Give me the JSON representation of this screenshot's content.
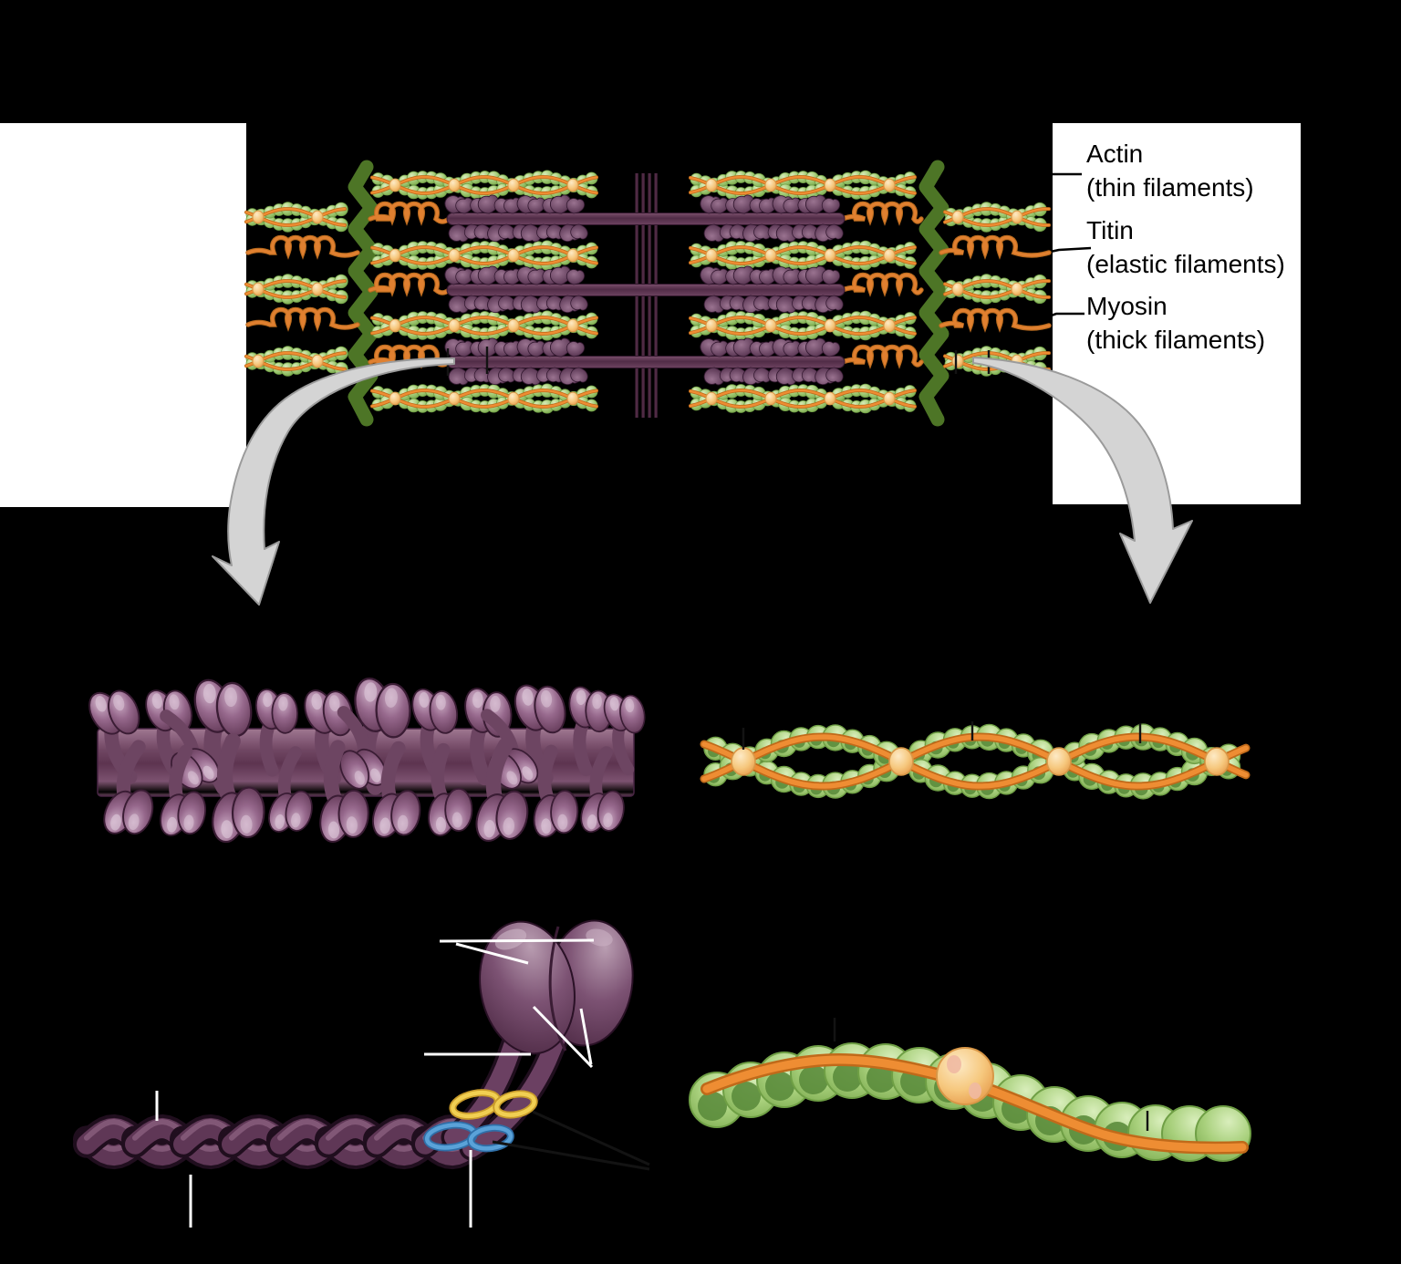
{
  "legend": {
    "items": [
      {
        "label": "Actin",
        "sublabel": "(thin filaments)"
      },
      {
        "label": "Titin",
        "sublabel": "(elastic filaments)"
      },
      {
        "label": "Myosin",
        "sublabel": "(thick filaments)"
      }
    ]
  },
  "palette": {
    "background": "#000000",
    "panel": "#ffffff",
    "label_text": "#000000",
    "actin_bead_green": "#a5cd79",
    "actin_bead_light": "#d9edbb",
    "actin_bead_edge": "#6f9f45",
    "actin_inner_green": "#5b8c3c",
    "tropomyosin_orange": "#ee8d33",
    "tropomyosin_dark": "#c06a1a",
    "troponin_tan": "#f8d49a",
    "troponin_edge": "#d89747",
    "titin_orange": "#e08030",
    "myosin_purple": "#5f3756",
    "myosin_outline": "#2a1126",
    "myosin_head_mauve": "#96688c",
    "myosin_head_light": "#c9a8c1",
    "z_disc_green": "#4d7526",
    "m_line_plum": "#4f2a44",
    "arrow_gray": "#d4d4d4",
    "arrow_edge": "#9b9b9b",
    "pointer_white": "#ffffff",
    "pointer_black": "#131313",
    "ring_yellow": "#f1cf52",
    "ring_yellow_dark": "#c89b2a",
    "ring_blue": "#5aa2d8",
    "ring_blue_dark": "#2f6fa8"
  }
}
